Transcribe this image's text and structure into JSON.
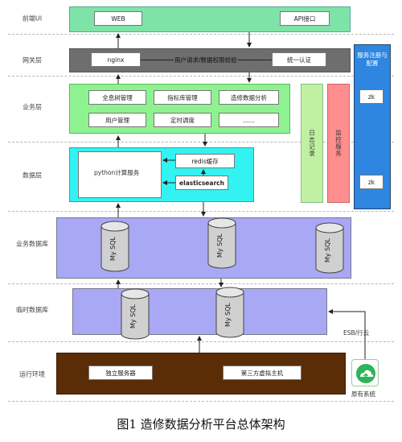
{
  "layers": {
    "ui": "前端UI",
    "gateway": "网关层",
    "business": "业务层",
    "data": "数据层",
    "business_db": "业务数据库",
    "temp_db": "临时数据库",
    "runtime": "运行环境"
  },
  "ui_layer": {
    "web": "WEB",
    "api": "API接口"
  },
  "gateway_layer": {
    "nginx": "nginx",
    "note": "用户请求/数据权限校验",
    "auth": "统一认证"
  },
  "business_layer": {
    "row1": [
      "全息树管理",
      "指标库管理",
      "造修数据分析"
    ],
    "row2": [
      "用户管理",
      "定时调度",
      "……"
    ]
  },
  "data_layer": {
    "python": "python计算服务",
    "redis": "redis缓存",
    "es": "elasticsearch"
  },
  "side": {
    "log": "日志记录",
    "monitor": "监控服务",
    "registry_title": "服务注册与配置",
    "zk1": "zk",
    "zk2": "zk"
  },
  "db_label": "My SQL",
  "runtime_layer": {
    "standalone": "独立服务器",
    "vm": "第三方虚拟主机"
  },
  "external": {
    "esb": "ESB/行云",
    "legacy": "原有系统"
  },
  "caption": "图1  造修数据分析平台总体架构",
  "colors": {
    "ui_fill": "#7ee3a6",
    "gateway_fill": "#6e6e6e",
    "business_fill": "#8ff291",
    "data_fill": "#33f2f2",
    "db_fill": "#a9a8f5",
    "runtime_fill": "#5a2d06",
    "log_fill": "#c0f0a2",
    "monitor_fill": "#ff8e8e",
    "registry_fill": "#2e86e0",
    "cylinder": "#d0d0d0"
  }
}
